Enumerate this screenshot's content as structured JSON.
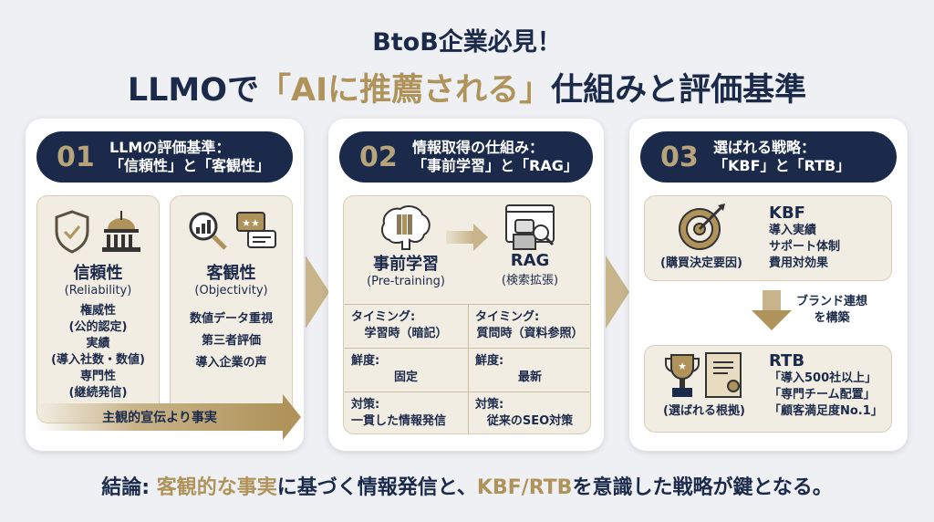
{
  "title": {
    "line1": "BtoB企業必見！",
    "line2_pre": "LLMOで",
    "line2_accent": "「AIに推薦される」",
    "line2_post": "仕組みと評価基準"
  },
  "sections": [
    {
      "num": "01",
      "title1": "LLMの評価基準：",
      "title2": "「信頼性」と「客観性」",
      "left": {
        "heading": "信頼性",
        "sub": "(Reliability)",
        "items": [
          "権威性",
          "(公的認定)",
          "実績",
          "(導入社数・数値)",
          "専門性",
          "(継続発信)"
        ]
      },
      "right": {
        "heading": "客観性",
        "sub": "(Objectivity)",
        "items": [
          "数値データ重視",
          "第三者評価",
          "導入企業の声"
        ]
      },
      "arrow_label": "主観的宣伝より事実"
    },
    {
      "num": "02",
      "title1": "情報取得の仕組み：",
      "title2": "「事前学習」と「RAG」",
      "left": {
        "heading": "事前学習",
        "sub": "(Pre-training)",
        "rows": [
          [
            "タイミング:",
            "学習時（暗記）"
          ],
          [
            "鮮度:",
            "固定"
          ],
          [
            "対策:",
            "一貫した情報発信"
          ]
        ]
      },
      "right": {
        "heading": "RAG",
        "sub": "(検索拡張)",
        "rows": [
          [
            "タイミング:",
            "質問時（資料参照）"
          ],
          [
            "鮮度:",
            "最新"
          ],
          [
            "対策:",
            "従来のSEO対策"
          ]
        ]
      }
    },
    {
      "num": "03",
      "title1": "選ばれる戦略：",
      "title2": "「KBF」と「RTB」",
      "kbf": {
        "heading": "KBF",
        "caption": "(購買決定要因)",
        "items": [
          "導入実績",
          "サポート体制",
          "費用対効果"
        ]
      },
      "link": [
        "ブランド連想",
        "を構築"
      ],
      "rtb": {
        "heading": "RTB",
        "caption": "(選ばれる根拠)",
        "items": [
          "「導入500社以上」",
          "「専門チーム配置」",
          "「顧客満足度No.1」"
        ]
      }
    }
  ],
  "conclusion": {
    "label": "結論:",
    "accent": "客観的な事実",
    "mid": "に基づく情報発信と、",
    "accent2": "KBF/RTB",
    "post": "を意識した戦略が鍵となる。"
  },
  "colors": {
    "navy": "#1b2a4a",
    "gold": "#b0935a",
    "panel": "#f2ede2"
  }
}
